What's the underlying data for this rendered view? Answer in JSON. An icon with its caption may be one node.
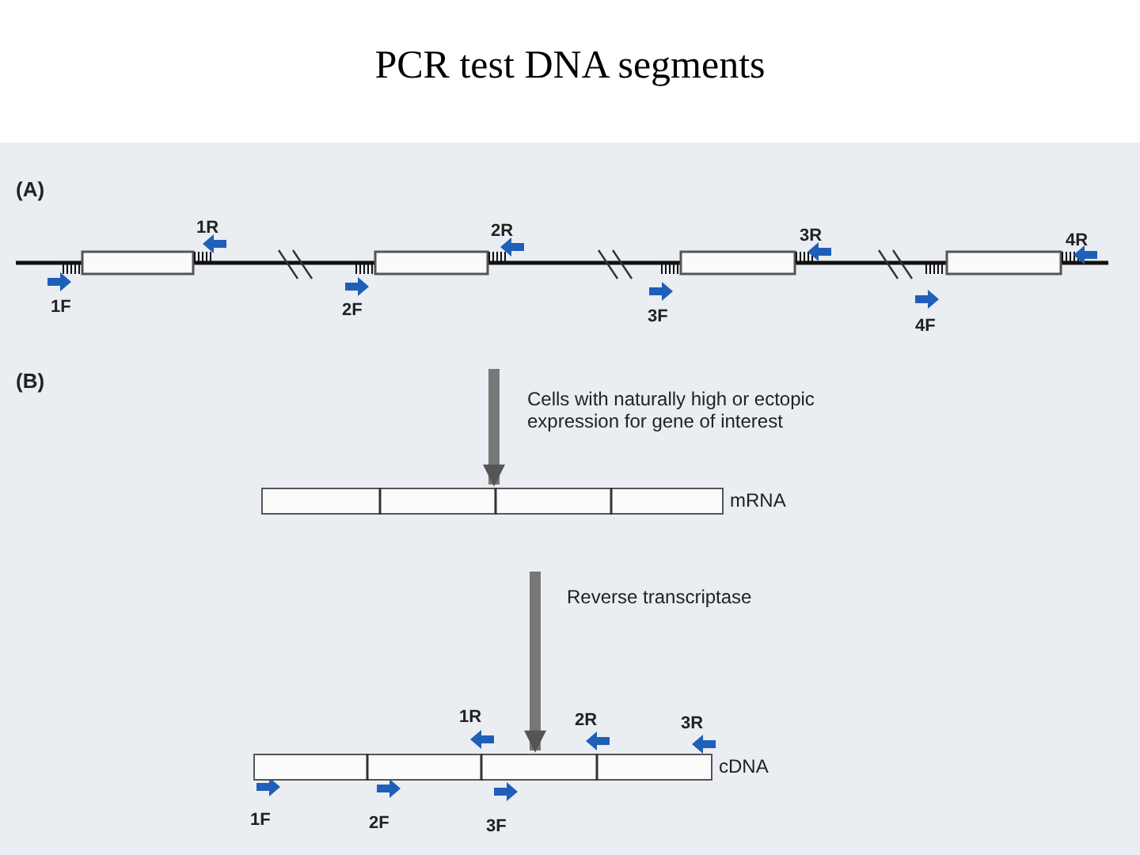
{
  "diagram": {
    "title": "PCR test DNA segments",
    "nodes": [
      {
        "text": [],
        "shape": "bar",
        "beside": [
          "mRNA"
        ]
      },
      {
        "text": [],
        "shape": "bar",
        "beside": [
          "cDNA"
        ]
      }
    ],
    "edges": [
      {
        "from": null,
        "to": 0,
        "arrow": "to",
        "label": "Cells with naturally high or ectopic expression for gene of interest"
      },
      {
        "from": 0,
        "to": 1,
        "arrow": "to",
        "label": "Reverse transcriptase"
      }
    ],
    "labels": [
      "(A)",
      "1R",
      "2R",
      "3R",
      "4R",
      "1F",
      "2F",
      "3F",
      "4F",
      "(B)",
      "1R",
      "2R",
      "3R",
      "1F",
      "2F",
      "3F"
    ]
  }
}
